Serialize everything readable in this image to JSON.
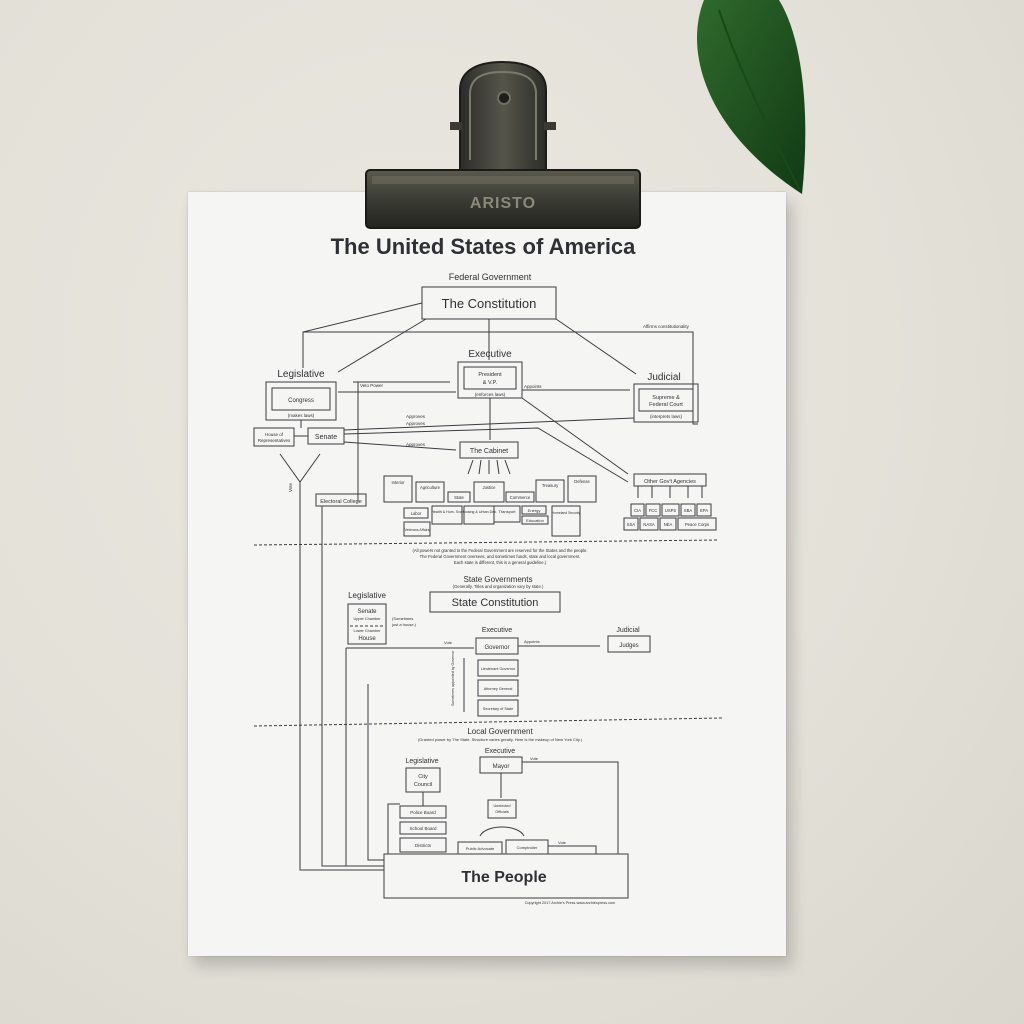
{
  "clip": {
    "brand": "ARISTO"
  },
  "chart": {
    "title": "The United States of America",
    "federal": {
      "heading": "Federal Government",
      "constitution": "The Constitution",
      "affirms": "Affirms constitutionality",
      "legislative": "Legislative",
      "congress": "Congress",
      "makes_laws": "(makes laws)",
      "veto_power": "Veto Power",
      "executive": "Executive",
      "president_1": "President",
      "president_2": "& V.P.",
      "enforces_laws": "(enforces laws)",
      "appoints": "Appoints",
      "judicial": "Judicial",
      "supreme_1": "Supreme &",
      "supreme_2": "Federal Court",
      "interprets_laws": "(interprets laws)",
      "house_1": "House of",
      "house_2": "Representatives",
      "senate": "Senate",
      "approves": "Approves",
      "cabinet": "The Cabinet",
      "vote": "Vote",
      "electoral_college": "Electoral College",
      "departments_top": [
        "Interior",
        "Agriculture",
        "State",
        "Justice",
        "Commerce",
        "Treasury",
        "Defense"
      ],
      "departments_bottom": [
        "Labor",
        "Health & Hum. Svc.",
        "Housing & Urban Dev.",
        "Transport",
        "Energy",
        "Education",
        "Homeland Security"
      ],
      "veterans": "Veterans Affairs",
      "other_agencies": "Other Gov't Agencies",
      "agencies": [
        "CIA",
        "FCC",
        "USPS",
        "SBA",
        "EPA",
        "SSA",
        "NASA",
        "NEA",
        "Peace Corps"
      ],
      "note_1": "(All powers not granted to the Federal Government are reserved for the States and the people.",
      "note_2": "The Federal Government oversees, and sometimes funds, state and local government.",
      "note_3": "Each state is different, this is a general guideline.)"
    },
    "state": {
      "heading": "State Governments",
      "subheading": "(Generally. Titles and organization vary by state.)",
      "constitution": "State Constitution",
      "legislative": "Legislative",
      "senate": "Senate",
      "upper_1": "Upper Chamber",
      "lower_1": "Lower Chamber",
      "house": "House",
      "sometimes_1": "(Sometimes",
      "sometimes_2": "just a house.)",
      "executive": "Executive",
      "governor": "Governor",
      "appoints": "Appoints",
      "judicial": "Judicial",
      "judges": "Judges",
      "vote": "Vote",
      "sometimes_appointed": "Sometimes appointed by Governor",
      "officials": [
        "Lieutenant Governor",
        "Attorney General",
        "Secretary of State"
      ]
    },
    "local": {
      "heading": "Local Government",
      "subheading": "(Granted power by The State. Structure varies greatly. Here is the makeup of New York City.)",
      "executive": "Executive",
      "mayor": "Mayor",
      "legislative": "Legislative",
      "council_1": "City",
      "council_2": "Council",
      "vote": "Vote",
      "unelected_1": "Unelected",
      "unelected_2": "Officials",
      "boards": [
        "Police Board",
        "School Board",
        "Districts"
      ],
      "public_advocate": "Public Advocate",
      "comptroller": "Comptroller",
      "people": "The People"
    },
    "copyright": "Copyright 2017  Archie's Press  www.archiespress.com"
  }
}
